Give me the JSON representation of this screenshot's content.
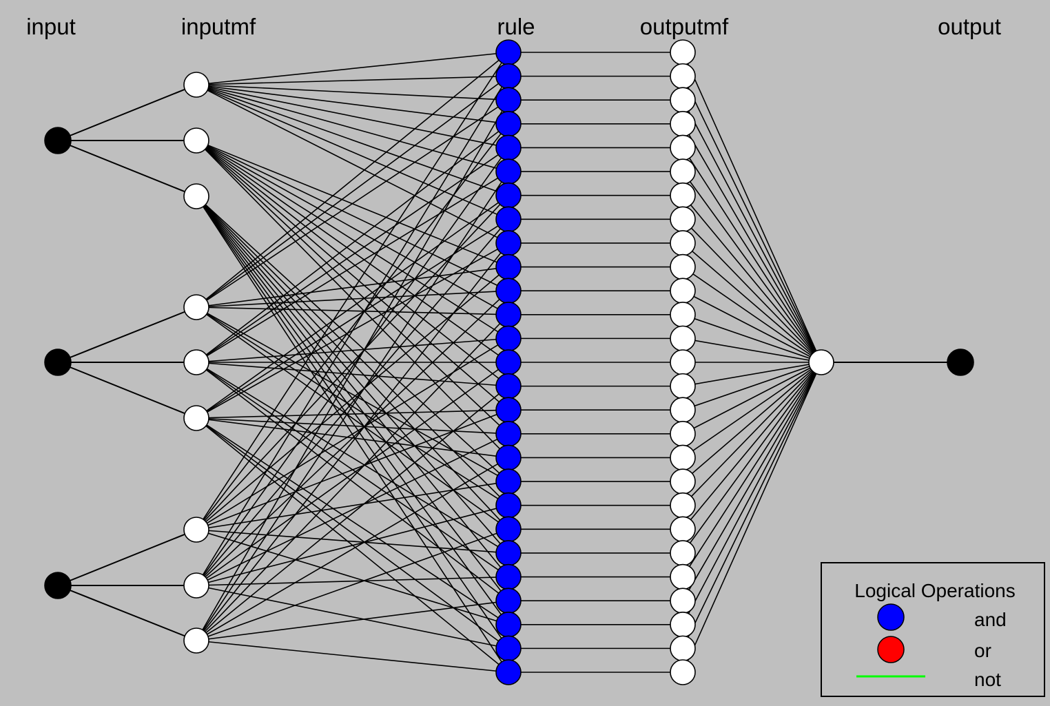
{
  "column_labels": {
    "input": "input",
    "inputmf": "inputmf",
    "rule": "rule",
    "outputmf": "outputmf",
    "output": "output"
  },
  "network": {
    "inputs": 3,
    "mfs_per_input": 3,
    "rules": 27,
    "outputs": 1
  },
  "legend": {
    "title": "Logical Operations",
    "items": [
      {
        "label": "and",
        "symbol": "circle",
        "color": "#0000ff"
      },
      {
        "label": "or",
        "symbol": "circle",
        "color": "#ff0000"
      },
      {
        "label": "not",
        "symbol": "line",
        "color": "#00ff00"
      }
    ]
  },
  "colors": {
    "background": "#bfbfbf",
    "input_node": "#000000",
    "mf_node": "#ffffff",
    "rule_node": "#0000ff",
    "edge": "#000000"
  }
}
